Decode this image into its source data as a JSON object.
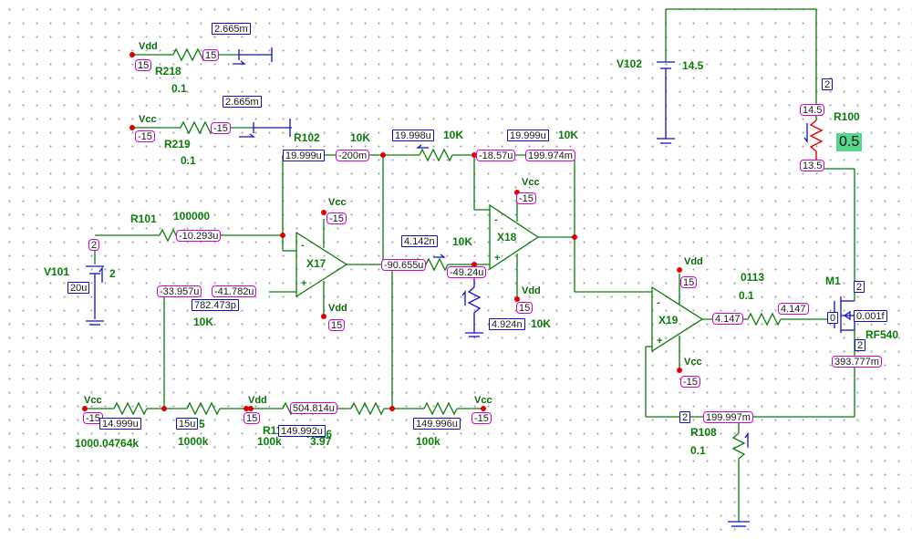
{
  "components": {
    "V101": {
      "name": "V101",
      "value": "2"
    },
    "V102": {
      "name": "V102",
      "value": "14.5"
    },
    "R218": {
      "name": "R218",
      "value": "0.1"
    },
    "R219": {
      "name": "R219",
      "value": "0.1"
    },
    "R101": {
      "name": "R101",
      "value": "100000"
    },
    "R102": {
      "name": "R102",
      "value": "10K"
    },
    "R100": {
      "name": "R100",
      "value": "0.5"
    },
    "R108": {
      "name": "R108",
      "value": "0.1"
    },
    "R116": {
      "name": "R116",
      "value": "3.97"
    },
    "R117": {
      "name": "R117",
      "value": "100k"
    },
    "X17": {
      "name": "X17"
    },
    "X18": {
      "name": "X18"
    },
    "X19": {
      "name": "X19"
    },
    "M1": {
      "name": "M1",
      "model": "RF540"
    },
    "misc": {
      "r_fb_top": "10K",
      "r_fb_top2": "10K",
      "r_mid": "10K",
      "r_x17_neg": "10K",
      "r_x18_neg": "10K",
      "r_bottom_left": "1000.04764k",
      "r_bottom_2": "1000k",
      "r_bottom_right": "100k",
      "r_gate": "0.1",
      "r_gate_pre": "0113"
    }
  },
  "rails": {
    "vdd": "Vdd",
    "vcc": "Vcc"
  },
  "op_signs": {
    "minus": "-",
    "plus": "+"
  },
  "tags": {
    "r218_i": "2.665m",
    "r219_i": "2.665m",
    "r218_v": "15",
    "r218_v2": "15",
    "r219_v": "-15",
    "r219_v2": "-15",
    "v101_v": "2",
    "v101_i": "20u",
    "r101_v": "-10.293u",
    "x17_vcc": "-15",
    "x17_vdd": "15",
    "x17_neg_i": "-33.957u",
    "x17_neg_v": "-41.782u",
    "x17_neg_i2": "782.473p",
    "x17_out": "-90.655u",
    "r102_i": "19.999u",
    "r102_v": "-200m",
    "fb_i": "19.998u",
    "x18_neg_v": "-18.57u",
    "x18_fb_i": "19.999u",
    "x18_out": "199.974m",
    "x18_vcc": "-15",
    "x18_vdd": "15",
    "x18_pos_v": "-49.24u",
    "x18_i1": "4.142n",
    "x18_i2": "4.924n",
    "v102_i": "2",
    "r100_top": "14.5",
    "r100_bot": "13.5",
    "x19_vdd": "15",
    "x19_vcc": "-15",
    "x19_out": "4.147",
    "m1_gate": "4.147",
    "m1_i": "0.001f",
    "m1_t1": "2",
    "m1_t2": "0",
    "m1_t3": "2",
    "m1_src": "393.777m",
    "r108_v": "199.997m",
    "r108_i": "2",
    "b_vcc_v": "-15",
    "b_i1": "14.999u",
    "b_i2": "15u",
    "b_extra": "5",
    "b_vdd_v": "15",
    "b_mid_v": "504.814u",
    "b_i3": "149.992u",
    "b_i4": "149.996u",
    "b_vcc2_v": "-15"
  }
}
